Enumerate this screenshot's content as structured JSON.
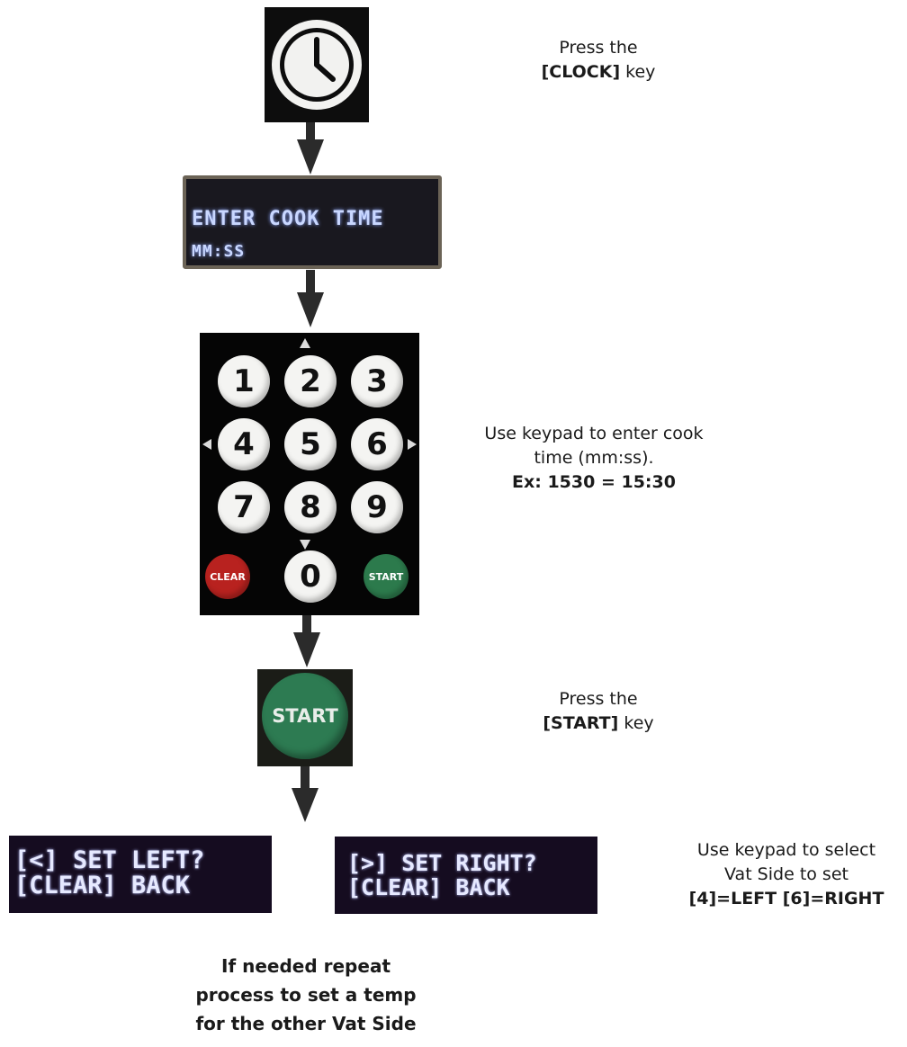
{
  "steps": {
    "clock": {
      "caption_line1": "Press the",
      "caption_key": "[CLOCK]",
      "caption_suffix": " key"
    },
    "lcd_cook": {
      "line1": "ENTER COOK TIME",
      "line2": "MM:SS"
    },
    "keypad": {
      "keys": [
        "1",
        "2",
        "3",
        "4",
        "5",
        "6",
        "7",
        "8",
        "9",
        "CLEAR",
        "0",
        "START"
      ],
      "caption_line1": "Use keypad to enter cook",
      "caption_line2": "time (mm:ss).",
      "caption_example": "Ex: 1530 = 15:30"
    },
    "start": {
      "key_label": "START",
      "caption_line1": "Press the",
      "caption_key": "[START]",
      "caption_suffix": " key"
    },
    "vat_side": {
      "left_line1": "[<] SET LEFT?",
      "left_line2": "[CLEAR] BACK",
      "right_line1": "[>] SET RIGHT?",
      "right_line2": "[CLEAR] BACK",
      "caption_line1": "Use keypad to select",
      "caption_line2": "Vat Side to set",
      "caption_mapping": "[4]=LEFT [6]=RIGHT"
    },
    "repeat": {
      "line1": "If needed repeat",
      "line2": "process to set a temp",
      "line3": "for the other Vat Side"
    }
  },
  "colors": {
    "arrow": "#2b2b2b",
    "clear_key": "#b8221f",
    "start_key": "#2d7b52",
    "lcd_text": "#c9d7ff"
  }
}
